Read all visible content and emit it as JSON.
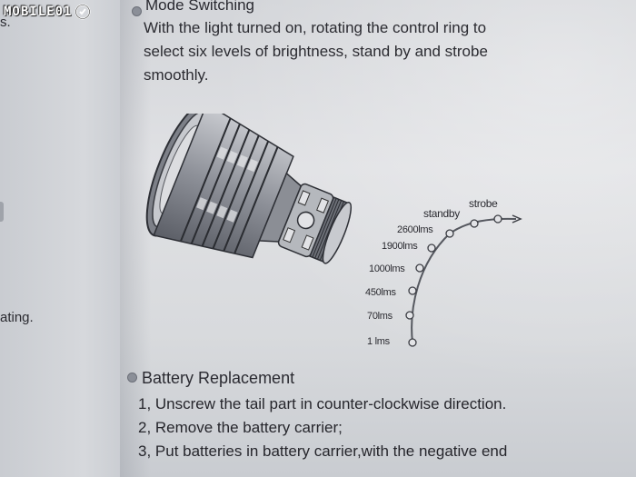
{
  "watermark": {
    "text": "MOBILE01",
    "logo_icon": "mobile01-logo-icon"
  },
  "left_page": {
    "fragments": [
      "s.",
      "ating."
    ]
  },
  "mode_switching": {
    "heading": "Mode Switching",
    "lines": [
      "With the light turned on, rotating the control ring to",
      "select six levels of brightness, stand by and strobe",
      "smoothly."
    ]
  },
  "diagram": {
    "levels": [
      "strobe",
      "standby",
      "2600lms",
      "1900lms",
      "1000lms",
      "450lms",
      "70lms",
      "1 lms"
    ]
  },
  "battery_replacement": {
    "heading": "Battery Replacement",
    "steps": [
      "1, Unscrew the tail part in counter-clockwise direction.",
      "2, Remove the battery carrier;",
      "3, Put batteries in battery carrier,with the negative end"
    ]
  },
  "colors": {
    "paper": "#e0e1e4",
    "ink": "#2b2b31",
    "bullet": "#8b8f98"
  }
}
